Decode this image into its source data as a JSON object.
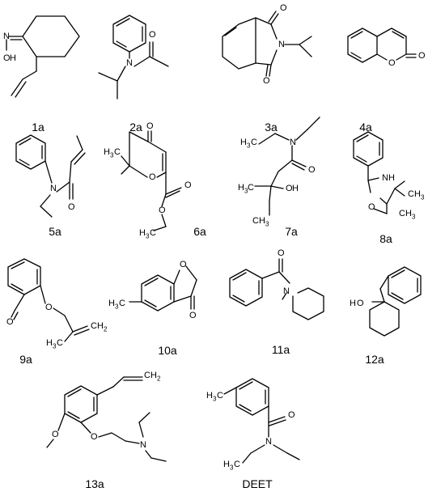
{
  "compounds": [
    {
      "label": "1a",
      "atoms": [
        "N",
        "O",
        "H"
      ]
    },
    {
      "label": "2a",
      "atoms": [
        "N",
        "O"
      ]
    },
    {
      "label": "3a",
      "atoms": [
        "N",
        "O",
        "O"
      ]
    },
    {
      "label": "4a",
      "atoms": [
        "O",
        "O"
      ]
    },
    {
      "label": "5a",
      "atoms": [
        "N",
        "O"
      ]
    },
    {
      "label": "6a",
      "atoms": [
        "O",
        "O",
        "H",
        "C",
        "O",
        "O",
        "H",
        "C"
      ]
    },
    {
      "label": "7a",
      "atoms": [
        "H",
        "C",
        "N",
        "O",
        "H",
        "C",
        "O",
        "H",
        "C",
        "H"
      ]
    },
    {
      "label": "8a",
      "atoms": [
        "N",
        "H",
        "O",
        "C",
        "H",
        "C",
        "H"
      ]
    },
    {
      "label": "9a",
      "atoms": [
        "O",
        "O",
        "H",
        "C",
        "C",
        "H"
      ]
    },
    {
      "label": "10a",
      "atoms": [
        "H",
        "C",
        "O",
        "O"
      ]
    },
    {
      "label": "11a",
      "atoms": [
        "O",
        "N"
      ]
    },
    {
      "label": "12a",
      "atoms": [
        "H",
        "O"
      ]
    },
    {
      "label": "13a",
      "atoms": [
        "O",
        "O",
        "N",
        "C",
        "H"
      ]
    },
    {
      "label": "DEET",
      "atoms": [
        "H",
        "C",
        "O",
        "N",
        "H",
        "C"
      ]
    }
  ],
  "subscripts": [
    "2",
    "3"
  ]
}
